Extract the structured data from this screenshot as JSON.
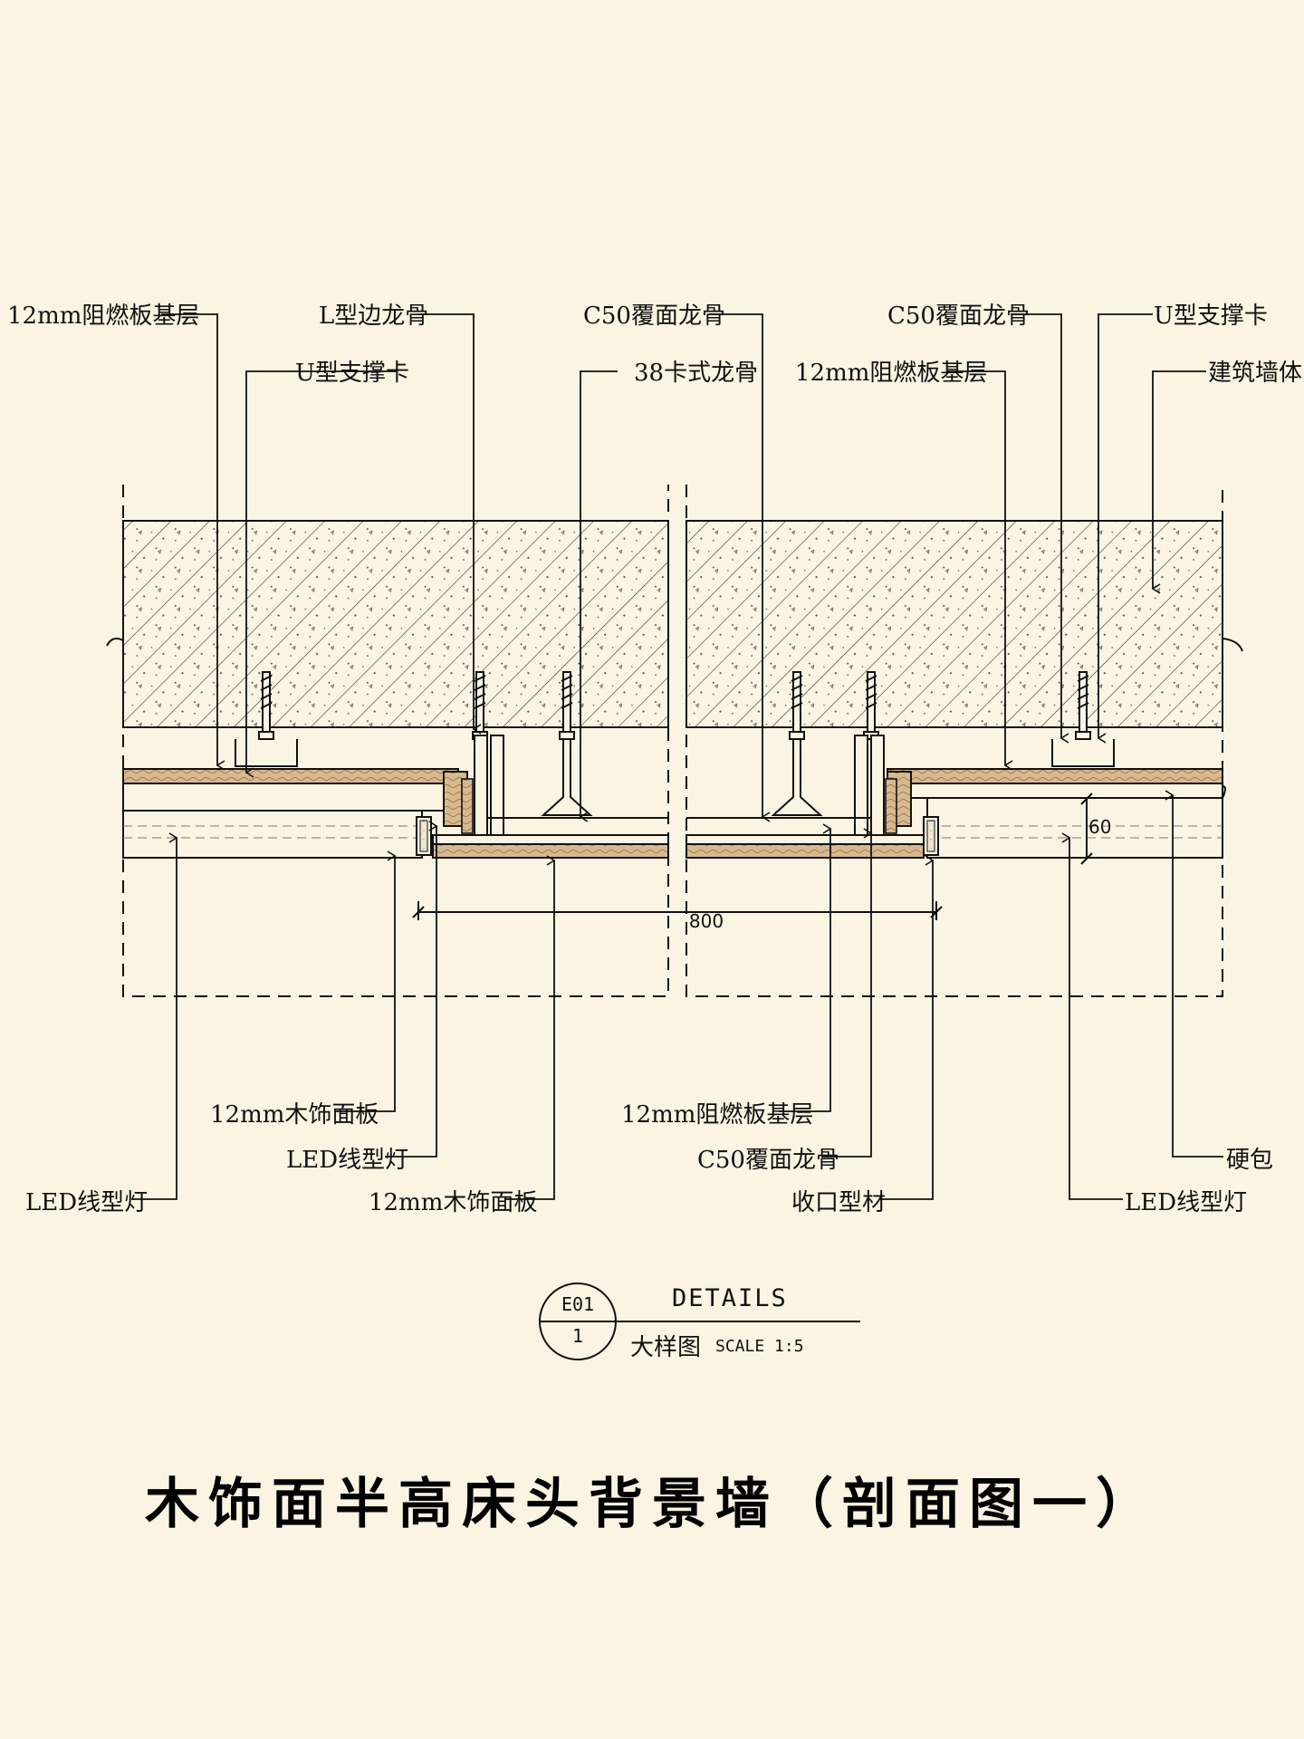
{
  "labels": {
    "top": {
      "t1": "12mm阻燃板基层",
      "t2": "L型边龙骨",
      "t3": "C50覆面龙骨",
      "t4": "C50覆面龙骨",
      "t5": "U型支撑卡",
      "t6": "U型支撑卡",
      "t7": "38卡式龙骨",
      "t8": "12mm阻燃板基层",
      "t9": "建筑墙体"
    },
    "bottom": {
      "b1": "12mm木饰面板",
      "b2": "LED线型灯",
      "b3": "LED线型灯",
      "b4": "12mm木饰面板",
      "b5": "12mm阻燃板基层",
      "b6": "C50覆面龙骨",
      "b7": "收口型材",
      "b8": "硬包",
      "b9": "LED线型灯"
    }
  },
  "dimensions": {
    "width": "800",
    "depth": "60"
  },
  "detail_tag": {
    "code": "E01",
    "number": "1",
    "heading": "DETAILS",
    "name": "大样图",
    "scale": "SCALE 1:5"
  },
  "title": "木饰面半高床头背景墙（剖面图一）",
  "colors": {
    "background": "#fbf4e2",
    "line": "#111111",
    "wood": "#c9a781"
  }
}
